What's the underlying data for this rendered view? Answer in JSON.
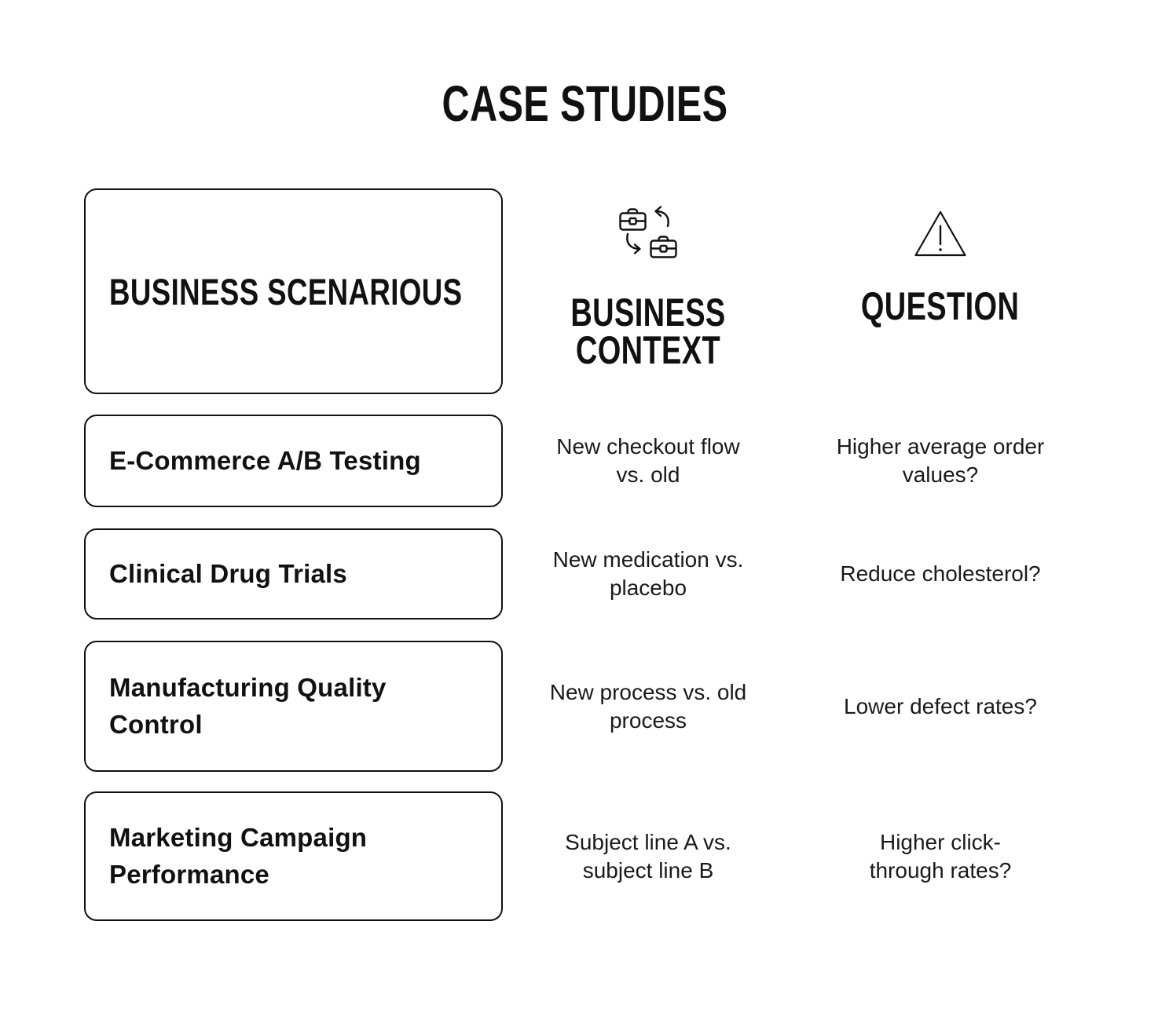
{
  "title": "CASE STUDIES",
  "colors": {
    "ink": "#111111",
    "background": "#ffffff"
  },
  "columns": {
    "scenarios": {
      "label": "BUSINESS SCENARIOUS"
    },
    "context": {
      "label": "BUSINESS CONTEXT",
      "icon": "briefcase-swap-icon"
    },
    "question": {
      "label": "QUESTION",
      "icon": "warning-triangle-icon"
    }
  },
  "rows": [
    {
      "scenario": "E-Commerce A/B Testing",
      "context": "New checkout flow\nvs. old",
      "question": "Higher average order\nvalues?"
    },
    {
      "scenario": "Clinical Drug Trials",
      "context": "New medication vs.\nplacebo",
      "question": "Reduce cholesterol?"
    },
    {
      "scenario": "Manufacturing Quality Control",
      "context": "New process vs. old\nprocess",
      "question": "Lower defect rates?"
    },
    {
      "scenario": "Marketing Campaign Performance",
      "context": "Subject line A vs.\nsubject line B",
      "question": "Higher click-\nthrough rates?"
    }
  ]
}
